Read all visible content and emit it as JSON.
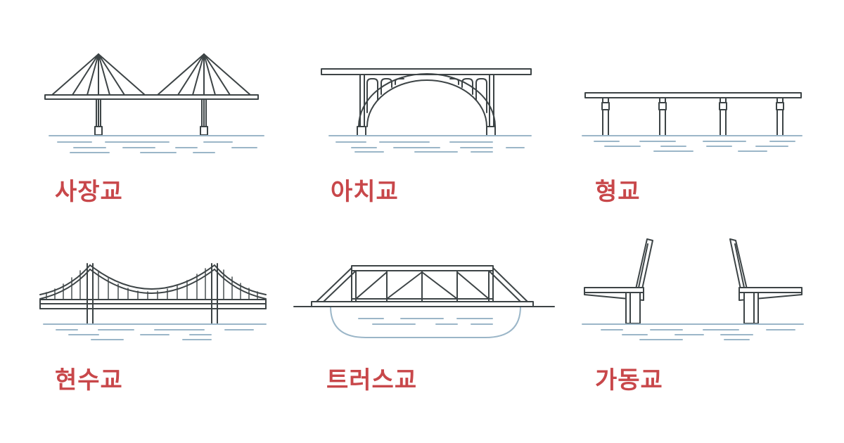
{
  "colors": {
    "label": "#c8474a",
    "line": "#3d4446",
    "water": "#9bb6c8"
  },
  "bridges": [
    {
      "name": "사장교",
      "icon": "cable-stayed-bridge-icon"
    },
    {
      "name": "아치교",
      "icon": "arch-bridge-icon"
    },
    {
      "name": "형교",
      "icon": "girder-bridge-icon"
    },
    {
      "name": "현수교",
      "icon": "suspension-bridge-icon"
    },
    {
      "name": "트러스교",
      "icon": "truss-bridge-icon"
    },
    {
      "name": "가동교",
      "icon": "bascule-bridge-icon"
    }
  ]
}
